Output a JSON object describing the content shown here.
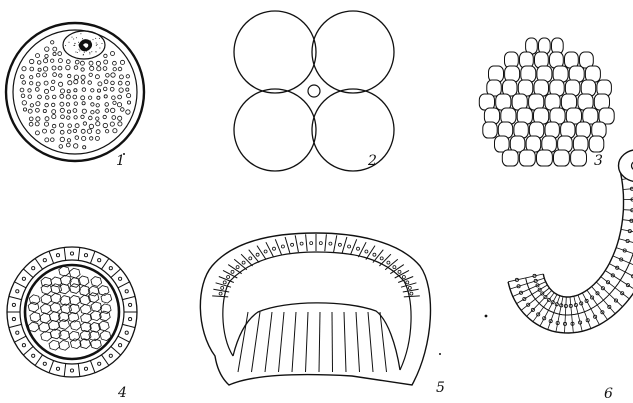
{
  "figure": {
    "panels": [
      {
        "id": "1",
        "label": "1"
      },
      {
        "id": "2",
        "label": "2"
      },
      {
        "id": "3",
        "label": "3"
      },
      {
        "id": "4",
        "label": "4"
      },
      {
        "id": "5",
        "label": "5"
      },
      {
        "id": "6",
        "label": "6"
      }
    ]
  },
  "colors": {
    "ink": "#111111",
    "paper": "#ffffff"
  }
}
